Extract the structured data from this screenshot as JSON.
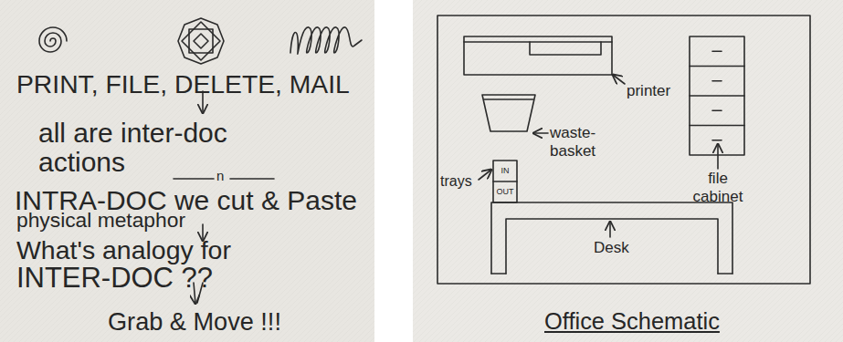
{
  "diagram": {
    "nodes": [
      {
        "text": [
          "Office Schematic"
        ]
      },
      {
        "text": [
          "printer"
        ],
        "in": 0
      },
      {
        "text": [
          "file cabinet"
        ],
        "in": 0
      },
      {
        "text": [
          "waste- basket"
        ],
        "in": 0
      },
      {
        "text": [
          "trays",
          "IN",
          "OUT"
        ],
        "in": 0
      },
      {
        "text": [
          "Desk"
        ],
        "in": 0
      }
    ],
    "labels": [
      "PRINT, FILE, DELETE, MAIL",
      "all are inter-doc actions",
      "n",
      "INTRA-DOC we cut & Paste",
      "physical metaphor",
      "What's analogy for",
      "INTER-DOC ??",
      "Grab & Move !!!"
    ]
  }
}
